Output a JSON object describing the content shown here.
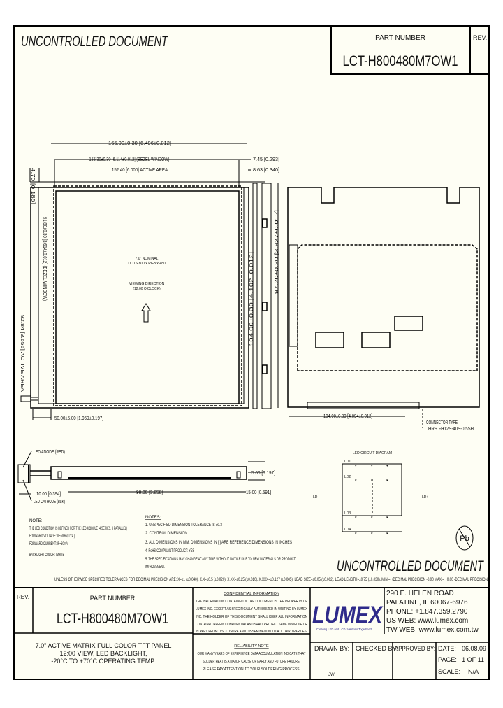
{
  "header": {
    "watermark": "UNCONTROLLED DOCUMENT",
    "part_number_label": "PART NUMBER",
    "part_number": "LCT-H800480M7OW1",
    "rev_label": "REV."
  },
  "front_view": {
    "dim_overall_width": "165.00±0.30 [6.496±0.012]",
    "dim_bezel_width": "155.30±0.30 [6.114±0.012] (BEZEL WINDOW)",
    "dim_active_width": "152.40 [6.000] ACTIVE AREA",
    "dim_right_offset_1": "7.45 [0.293]",
    "dim_right_offset_2": "8.63 [0.340]",
    "dim_overall_height": "104.00±0.30 [4.102±0.012]",
    "dim_side_height": "97.20±0.30 [3.827±0.012]",
    "dim_left_1": "92.84 [3.655] ACTIVE AREA",
    "dim_left_2": "91.80±0.30 [3.614±0.012] (BEZEL WINDOW)",
    "dim_left_3": "4.70 [0.185]",
    "dim_cable": "50.00±5.00 [1.969±0.197]",
    "center_label_1": "7.0\" NOMINAL",
    "center_label_2": "DOTS 800 x RGB x 480",
    "viewing_label_1": "VIEWING DIRECTION",
    "viewing_label_2": "(12:00 O'CLOCK)"
  },
  "side_view": {
    "led_anode": "LED ANODE (RED)",
    "led_cathode": "LED CATHODE (BLK)",
    "dim_connector": "10.00 [0.394]",
    "dim_thickness": "5.00 [0.197]",
    "dim_length": "98.00 [3.858]",
    "dim_offset": "15.00 [0.591]"
  },
  "back_view": {
    "dim_width": "104.00±0.30 [4.094±0.012]",
    "connector_label_1": "CONNECTOR TYPE",
    "connector_label_2": "HRS FH12S-40S-0.5SH"
  },
  "circuit": {
    "title": "LED CIRCUIT DIAGRAM",
    "rows": [
      "LD1",
      "LD2",
      "LD3",
      "LD4"
    ],
    "left_terminal": "LD-",
    "right_terminal": "LD+"
  },
  "led_note": {
    "title": "NOTE:",
    "lines": [
      "THE LED CONDITION IS DEFINED FOR THE LED MODULE (4 SERIES, 3 PARALLEL)",
      "FORWARD VOLTAGE: VF=9.6V(TYP.)",
      "FORWARD CURRENT: IF=60mA",
      "BACKLIGHT COLOR: WHITE"
    ]
  },
  "notes": {
    "title": "NOTES:",
    "lines": [
      "1. UNSPECIFIED DIMENSION TOLERANCE IS ±0.3",
      "2. CONTROL DIMENSION",
      "3. ALL DIMENSIONS IN MM, DIMENSIONS IN [ ] ARE REFERENCE DIMENSIONS IN INCHES",
      "4. RoHS COMPLIANT PRODUCT: YES",
      "5. THE SPECIFICATIONS MAY CHANGE AT ANY TIME WITHOUT NOTICE DUE TO NEW MATERIALS OR PRODUCT",
      "IMPROVEMENT."
    ]
  },
  "tolerance_line": "UNLESS OTHERWISE SPECIFIED TOLERANCES FOR DECIMAL PRECISION ARE: X=±1 (±0.040), X.X=±0.5 (±0.020), X.XX=±0.25 (±0.010), X.XXX=±0.127 (±0.005), LEAD SIZE=±0.05 (±0.002), LEAD LENGTH=±0.75 (±0.030), MIN.= +DECIMAL PRECISION -0.00   MAX.= +0.00 -DECIMAL PRECISION",
  "rohs_mark": "Pb",
  "title_block": {
    "rev_label": "REV.",
    "part_number_label": "PART NUMBER",
    "part_number": "LCT-H800480M7OW1",
    "description": [
      "7.0\" ACTIVE MATRIX FULL COLOR TFT PANEL",
      "12:00 VIEW, LED BACKLIGHT,",
      "-20°C TO +70°C OPERATING TEMP."
    ],
    "confidential_title": "CONFIDENTIAL INFORMATION",
    "confidential_lines": [
      "THE INFORMATION CONTAINED IN THE DOCUMENT IS THE PROPERTY OF",
      "LUMEX INC. EXCEPT AS SPECIFICALLY AUTHORIZED IN WRITING BY LUMEX",
      "INC, THE HOLDER OF THIS DOCUMENT SHALL KEEP ALL INFORMATION",
      "CONTAINED HEREIN CONFIDENTIAL AND SHALL PROTECT SAME IN WHOLE OR",
      "IN PART FROM DISCLOSURE AND DISSEMINATION TO ALL THIRD PARTIES."
    ],
    "reliability_title": "RELIABILITY NOTE",
    "reliability_lines": [
      "OUR MANY YEARS OF EXPERIENCE DATA ACCUMULATION INDICATE THAT",
      "SOLDER HEAT IS A MAJOR CAUSE OF EARLY AND FUTURE FAILURE.",
      "PLEASE PAY ATTENTION TO YOUR SOLDERING PROCESS."
    ],
    "logo_text": "LUMEX",
    "logo_tagline": "Creating LED and LCD Solutions Together™",
    "logo_color": "#2e2a8a",
    "address": [
      "290 E. HELEN ROAD",
      "PALATINE, IL  60067-6976",
      "PHONE: +1.847.359.2790",
      "US WEB: www.lumex.com",
      "TW WEB: www.lumex.com.tw"
    ],
    "drawn_by_label": "DRAWN BY:",
    "drawn_by": "JW",
    "checked_by_label": "CHECKED BY:",
    "approved_by_label": "APPROVED BY:",
    "date_label": "DATE:",
    "date": "06.08.09",
    "page_label": "PAGE:",
    "page": "1 OF 11",
    "scale_label": "SCALE:",
    "scale": "N/A"
  }
}
